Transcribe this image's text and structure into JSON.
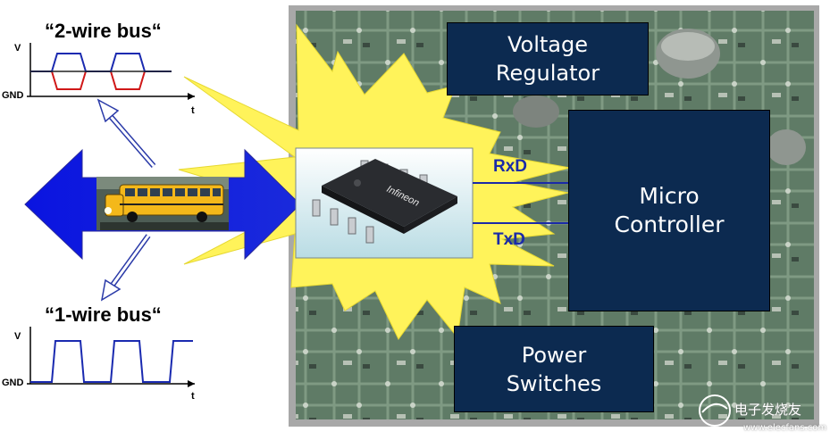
{
  "two_wire": {
    "title": "“2-wire bus“",
    "v_label": "V",
    "gnd_label": "GND",
    "t_label": "t"
  },
  "one_wire": {
    "title": "“1-wire bus“",
    "v_label": "V",
    "gnd_label": "GND",
    "t_label": "t"
  },
  "chip": {
    "brand": "Infineon"
  },
  "blocks": {
    "voltage_regulator": [
      "Voltage",
      "Regulator"
    ],
    "micro_controller": [
      "Micro",
      "Controller"
    ],
    "power_switches": [
      "Power",
      "Switches"
    ]
  },
  "signals": {
    "rx": "RxD",
    "tx": "TxD"
  },
  "watermark": {
    "text": "电子发烧友",
    "url": "www.elecfans.com"
  },
  "colors": {
    "block_bg": "#0c2a50",
    "signal_line": "#1a2aa8",
    "bus_arrow": "#0a14e0",
    "burst": "#fff35a",
    "wave_high": "#1a2ab0",
    "wave_low": "#d01818"
  }
}
